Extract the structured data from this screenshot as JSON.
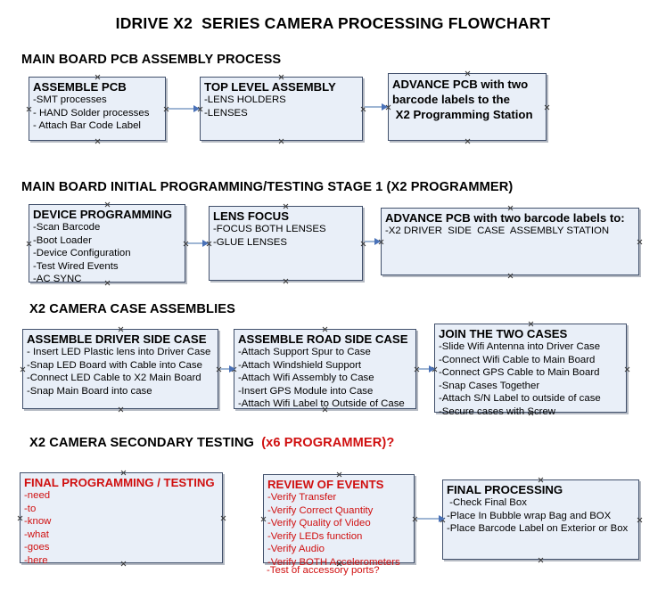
{
  "document": {
    "title": "IDRIVE X2  SERIES CAMERA PROCESSING FLOWCHART"
  },
  "colors": {
    "box_fill": "#e9eff8",
    "box_border": "#41506b",
    "arrow_shaft": "#9fb6d4",
    "arrow_head": "#4a72b8",
    "red_text": "#d01010",
    "black_text": "#000000"
  },
  "sections": [
    {
      "id": "main-board-pcb-assembly",
      "heading": "MAIN BOARD PCB ASSEMBLY PROCESS",
      "heading_red": "",
      "nodes": [
        {
          "id": "assemble-pcb",
          "title": "ASSEMBLE PCB",
          "title_lines": [
            "ASSEMBLE PCB"
          ],
          "lines": [
            "-SMT processes",
            "- HAND Solder processes",
            "- Attach Bar Code Label"
          ],
          "red": false
        },
        {
          "id": "top-level-assembly",
          "title": "TOP LEVEL ASSEMBLY",
          "title_lines": [
            "TOP LEVEL ASSEMBLY"
          ],
          "lines": [
            "-LENS HOLDERS",
            "-LENSES"
          ],
          "red": false
        },
        {
          "id": "advance-pcb-programming-station",
          "title": "ADVANCE PCB with two barcode labels to the  X2 Programming Station",
          "title_lines": [
            "ADVANCE PCB with two",
            "barcode labels to the",
            " X2 Programming Station"
          ],
          "lines": [],
          "red": false
        }
      ]
    },
    {
      "id": "initial-programming-testing",
      "heading": "MAIN BOARD INITIAL PROGRAMMING/TESTING STAGE 1 (X2 PROGRAMMER)",
      "heading_red": "",
      "nodes": [
        {
          "id": "device-programming",
          "title": "DEVICE PROGRAMMING",
          "title_lines": [
            "DEVICE PROGRAMMING"
          ],
          "lines": [
            "-Scan Barcode",
            "-Boot Loader",
            "-Device Configuration",
            "-Test Wired Events",
            "-AC SYNC"
          ],
          "red": false
        },
        {
          "id": "lens-focus",
          "title": "LENS FOCUS",
          "title_lines": [
            "LENS FOCUS"
          ],
          "lines": [
            "-FOCUS BOTH LENSES",
            "-GLUE LENSES"
          ],
          "red": false
        },
        {
          "id": "advance-pcb-driver-side-case",
          "title": "ADVANCE PCB with two barcode labels to:",
          "title_lines": [
            "ADVANCE PCB with two barcode labels to:"
          ],
          "lines": [
            "-X2 DRIVER  SIDE  CASE  ASSEMBLY STATION"
          ],
          "red": false
        }
      ]
    },
    {
      "id": "camera-case-assemblies",
      "heading": "X2 CAMERA CASE ASSEMBLIES",
      "heading_red": "",
      "nodes": [
        {
          "id": "assemble-driver-side-case",
          "title": "ASSEMBLE DRIVER SIDE CASE",
          "title_lines": [
            "ASSEMBLE DRIVER SIDE CASE"
          ],
          "lines": [
            "- Insert LED Plastic lens into Driver Case",
            "-Snap LED Board with Cable into Case",
            "-Connect LED Cable to X2 Main Board",
            "-Snap Main Board into case"
          ],
          "red": false
        },
        {
          "id": "assemble-road-side-case",
          "title": "ASSEMBLE ROAD SIDE CASE",
          "title_lines": [
            "ASSEMBLE ROAD SIDE CASE"
          ],
          "lines": [
            "-Attach Support Spur to Case",
            "-Attach Windshield Support",
            "-Attach Wifi Assembly to Case",
            "-Insert GPS Module into Case",
            "-Attach Wifi Label to Outside of Case"
          ],
          "red": false
        },
        {
          "id": "join-the-two-cases",
          "title": "JOIN THE TWO CASES",
          "title_lines": [
            "JOIN THE TWO CASES"
          ],
          "lines": [
            "-Slide Wifi Antenna into Driver Case",
            "-Connect Wifi Cable to Main Board",
            "-Connect GPS Cable to Main Board",
            "-Snap Cases Together",
            "-Attach S/N Label to outside of case",
            "-Secure cases with Screw"
          ],
          "red": false
        }
      ]
    },
    {
      "id": "secondary-testing",
      "heading": "X2 CAMERA SECONDARY TESTING  ",
      "heading_red": "(x6 PROGRAMMER)?",
      "nodes": [
        {
          "id": "final-programming-testing",
          "title": "FINAL PROGRAMMING / TESTING",
          "title_lines": [
            "FINAL PROGRAMMING / TESTING"
          ],
          "lines": [
            "-need",
            "-to",
            "-know",
            "-what",
            "-goes",
            "-here"
          ],
          "red": true
        },
        {
          "id": "review-of-events",
          "title": "REVIEW OF EVENTS",
          "title_lines": [
            "REVIEW OF EVENTS"
          ],
          "lines": [
            "-Verify Transfer",
            "-Verify Correct Quantity",
            "-Verify Quality of Video",
            "-Verify LEDs function",
            "-Verify Audio",
            "-Verify BOTH Accelerometers"
          ],
          "overflow_line": "-Test of accessory ports?",
          "red": true
        },
        {
          "id": "final-processing",
          "title": "FINAL PROCESSING",
          "title_lines": [
            "FINAL PROCESSING"
          ],
          "lines": [
            " -Check Final Box",
            "-Place In Bubble wrap Bag and BOX",
            "-Place Barcode Label on Exterior or Box"
          ],
          "red": false
        }
      ]
    }
  ]
}
